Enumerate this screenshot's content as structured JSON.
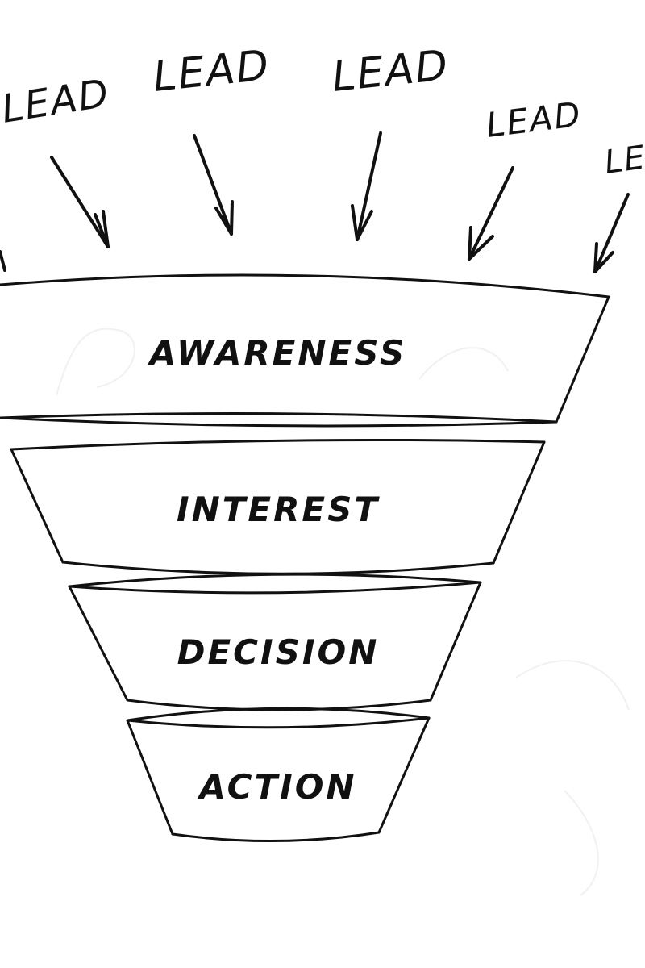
{
  "leads": [
    {
      "label": "LEAD"
    },
    {
      "label": "LEAD"
    },
    {
      "label": "LEAD"
    },
    {
      "label": "LEAD"
    },
    {
      "label": "LE"
    }
  ],
  "stages": [
    {
      "label": "AWARENESS"
    },
    {
      "label": "INTEREST"
    },
    {
      "label": "DECISION"
    },
    {
      "label": "ACTION"
    }
  ],
  "colors": {
    "ink": "#111111",
    "background": "#ffffff"
  },
  "icons": [
    "arrow-down-icon"
  ]
}
